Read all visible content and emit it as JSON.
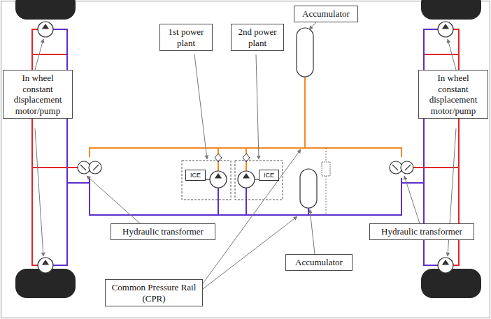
{
  "diagram": {
    "nodes": [
      {
        "text": [
          "Accumulator"
        ]
      },
      {
        "text": [
          "1st power plant"
        ]
      },
      {
        "text": [
          "2nd power plant"
        ]
      },
      {
        "text": [
          "In wheel constant displacement motor/pump"
        ]
      },
      {
        "text": [
          "In wheel constant displacement motor/pump"
        ]
      },
      {
        "text": [
          "ICE"
        ]
      },
      {
        "text": [
          "ICE"
        ]
      },
      {
        "text": [
          "Hydraulic transformer"
        ]
      },
      {
        "text": [
          "Hydraulic transformer"
        ]
      },
      {
        "text": [
          "Accumulator"
        ]
      },
      {
        "text": [
          "Common Pressure Rail (CPR)"
        ]
      }
    ]
  }
}
